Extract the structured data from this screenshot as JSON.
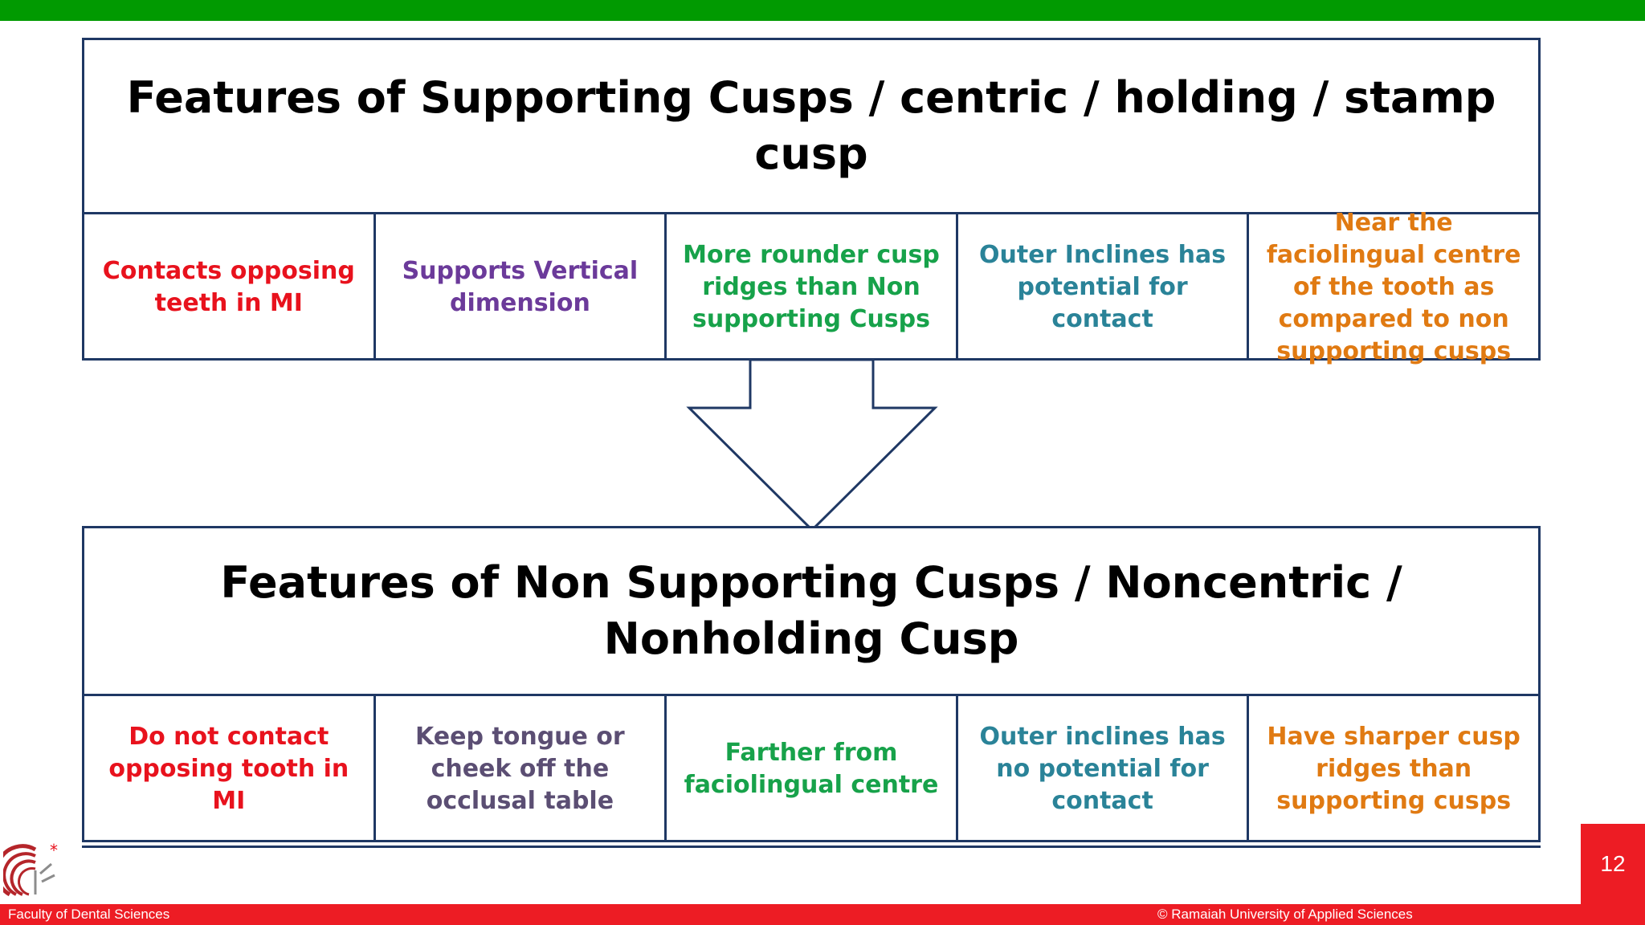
{
  "supporting": {
    "title": "Features of Supporting Cusps / centric / holding / stamp cusp",
    "features": [
      "Contacts  opposing teeth in MI",
      "Supports Vertical dimension",
      "More rounder cusp ridges than Non supporting Cusps",
      "Outer Inclines has potential for contact",
      "Near the faciolingual centre of the tooth as compared to non supporting cusps"
    ]
  },
  "non_supporting": {
    "title": "Features of  Non Supporting Cusps / Noncentric / Nonholding Cusp",
    "features": [
      "Do not contact opposing tooth in MI",
      "Keep tongue or cheek off the occlusal table",
      "Farther from faciolingual centre",
      "Outer inclines has no potential for contact",
      "Have sharper cusp ridges than supporting cusps"
    ]
  },
  "slide": {
    "page_number": "12"
  },
  "footer": {
    "left": "Faculty of Dental Sciences",
    "right": "© Ramaiah University of Applied Sciences"
  },
  "colors": {
    "top_bar": "#019a01",
    "footer_bar": "#ed1c24",
    "border": "#1f3864",
    "red": "#e8121d",
    "purple": "#6b3a9a",
    "green": "#17a24a",
    "teal": "#2a8398",
    "orange": "#e07a12",
    "slate": "#5b4e73"
  },
  "icons": {
    "logo": "university-logo-icon",
    "arrow": "down-arrow-icon"
  }
}
